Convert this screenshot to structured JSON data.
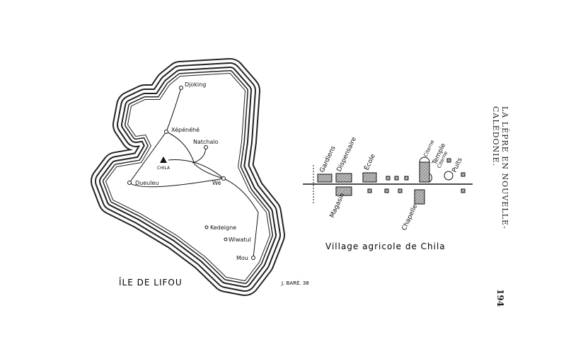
{
  "running_header": "LA LÈPRE EN NOUVELLE-CALÉDONIE.",
  "page_number": "194",
  "map": {
    "title": "ÎLE DE LIFOU",
    "author": "J. BARÉ. 38",
    "places": {
      "djoking": "Djoking",
      "xepenehe": "Xépénéhé",
      "natchalo": "Natchalo",
      "chila": "CHILA",
      "dueuleu": "Dueuleu",
      "we": "Wé",
      "kedeigne": "Kedeigne",
      "wiwatul": "Wiwatul",
      "mou": "Mou"
    }
  },
  "village": {
    "title": "Village agricole de Chila",
    "labels": {
      "gardiens": "Gardiens",
      "dispensaire": "Dispensaire",
      "ecole": "École",
      "citerne1": "Citerne",
      "temple": "Temple",
      "citerne2": "Citerne",
      "puits": "Puits",
      "magasin": "Magasin",
      "chapelle": "Chapelle"
    }
  }
}
